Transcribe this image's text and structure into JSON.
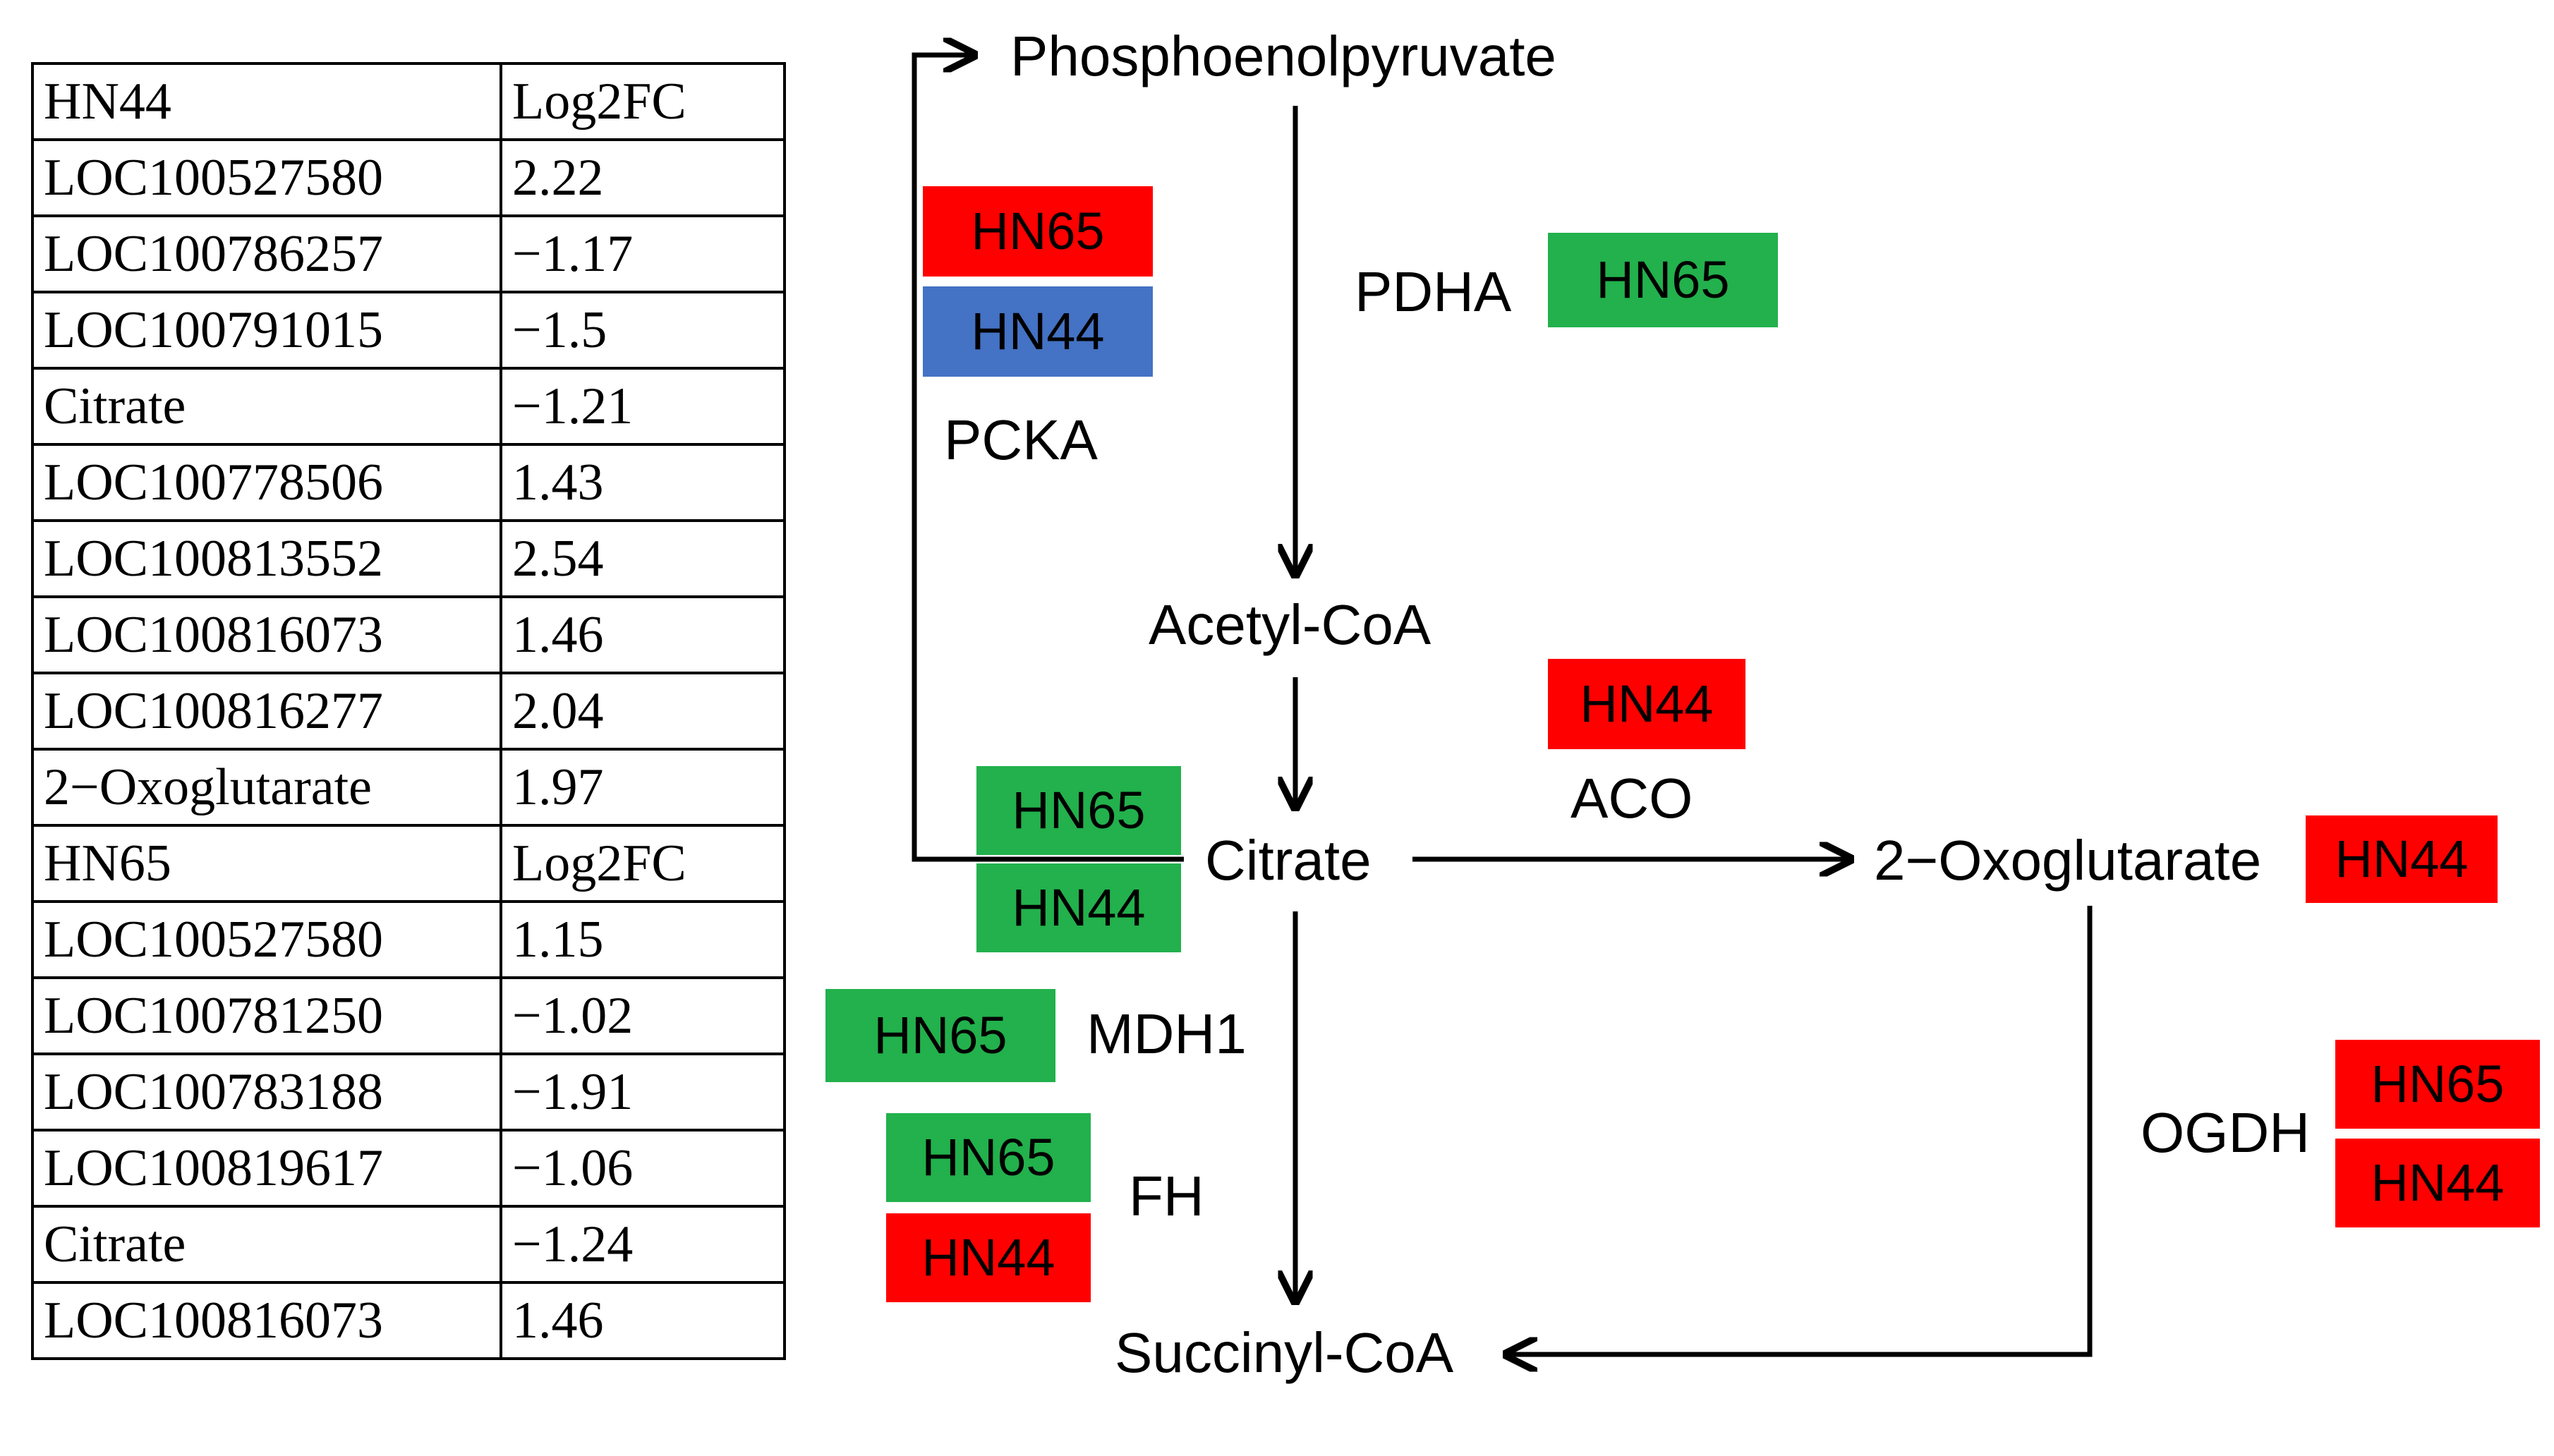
{
  "colors": {
    "up": "#ff0000",
    "down": "#22b14c",
    "mixed": "#4472c4"
  },
  "table": {
    "rows": [
      {
        "name": "HN44",
        "value": "Log2FC"
      },
      {
        "name": "LOC100527580",
        "value": "2.22"
      },
      {
        "name": "LOC100786257",
        "value": "−1.17"
      },
      {
        "name": "LOC100791015",
        "value": "−1.5"
      },
      {
        "name": "Citrate",
        "value": "−1.21"
      },
      {
        "name": "LOC100778506",
        "value": "1.43"
      },
      {
        "name": "LOC100813552",
        "value": "2.54"
      },
      {
        "name": "LOC100816073",
        "value": "1.46"
      },
      {
        "name": "LOC100816277",
        "value": "2.04"
      },
      {
        "name": "2−Oxoglutarate",
        "value": "1.97"
      },
      {
        "name": "HN65",
        "value": "Log2FC"
      },
      {
        "name": "LOC100527580",
        "value": "1.15"
      },
      {
        "name": "LOC100781250",
        "value": "−1.02"
      },
      {
        "name": "LOC100783188",
        "value": "−1.91"
      },
      {
        "name": "LOC100819617",
        "value": "−1.06"
      },
      {
        "name": "Citrate",
        "value": "−1.24"
      },
      {
        "name": "LOC100816073",
        "value": "1.46"
      }
    ]
  },
  "metabolites": {
    "pep": "Phosphoenolpyruvate",
    "acetyl": "Acetyl-CoA",
    "citrate": "Citrate",
    "oxo": "2−Oxoglutarate",
    "succinyl": "Succinyl-CoA"
  },
  "enzymes": {
    "pcka": "PCKA",
    "pdha": "PDHA",
    "aco": "ACO",
    "mdh1": "MDH1",
    "fh": "FH",
    "ogdh": "OGDH"
  },
  "badges": {
    "pcka_hn65": {
      "label": "HN65",
      "color": "#ff0000"
    },
    "pcka_hn44": {
      "label": "HN44",
      "color": "#4472c4"
    },
    "pdha_hn65": {
      "label": "HN65",
      "color": "#22b14c"
    },
    "aco_hn44": {
      "label": "HN44",
      "color": "#ff0000"
    },
    "cit_hn65": {
      "label": "HN65",
      "color": "#22b14c"
    },
    "cit_hn44": {
      "label": "HN44",
      "color": "#22b14c"
    },
    "oxo_hn44": {
      "label": "HN44",
      "color": "#ff0000"
    },
    "mdh1_hn65": {
      "label": "HN65",
      "color": "#22b14c"
    },
    "fh_hn65": {
      "label": "HN65",
      "color": "#22b14c"
    },
    "fh_hn44": {
      "label": "HN44",
      "color": "#ff0000"
    },
    "ogdh_hn65": {
      "label": "HN65",
      "color": "#ff0000"
    },
    "ogdh_hn44": {
      "label": "HN44",
      "color": "#ff0000"
    }
  }
}
